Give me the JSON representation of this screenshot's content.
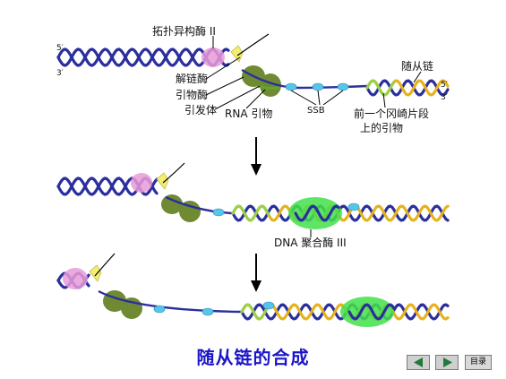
{
  "labels": {
    "topoisomerase": "拓扑异构酶 II",
    "five_prime": "5′",
    "three_prime": "3′",
    "lagging_strand": "随从链",
    "helicase": "解链酶",
    "primase": "引物酶",
    "primosome": "引发体",
    "rna_primer": "RNA 引物",
    "ssb": "SSB",
    "okazaki_line1": "前一个冈崎片段",
    "okazaki_line2": "上的引物",
    "dna_pol3": "DNA 聚合酶 III"
  },
  "caption": "随从链的合成",
  "nav": {
    "prev_icon": "triangle-left",
    "next_icon": "triangle-right",
    "menu_label": "目录"
  },
  "colors": {
    "strand_blue": "#2b2f9e",
    "strand_yellow": "#e6b21e",
    "strand_green": "#9ad04a",
    "primer_green": "#5fa82a",
    "ssb_cyan": "#56c6e8",
    "topo_pink": "#e79ad7",
    "helicase_yellow": "#f3ee72",
    "primase_olive": "#6f8a32",
    "pol3_green": "#43e04a",
    "caption_blue": "#1a16c8"
  }
}
